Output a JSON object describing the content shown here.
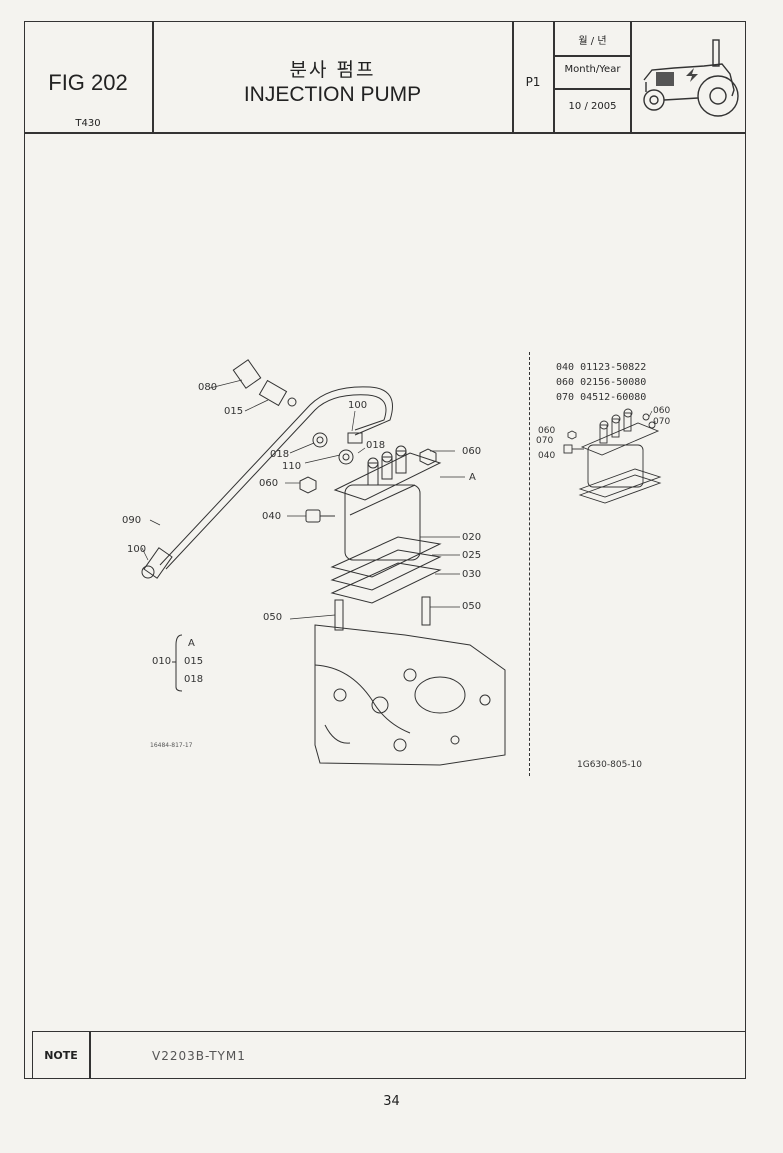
{
  "header": {
    "fig_label": "FIG 202",
    "model": "T430",
    "title_korean": "분사 펌프",
    "title_english": "INJECTION PUMP",
    "page_code": "P1",
    "date_header_korean": "월 / 년",
    "date_header_english": "Month/Year",
    "date_value": "10 / 2005",
    "tractor_icon": "tractor-icon"
  },
  "diagram": {
    "callouts": {
      "c080": "080",
      "c015": "015",
      "c100a": "100",
      "c018a": "018",
      "c018b": "018",
      "c110": "110",
      "c060a": "060",
      "c060b": "060",
      "cA": "A",
      "c040": "040",
      "c090": "090",
      "c100b": "100",
      "c020": "020",
      "c025": "025",
      "c030": "030",
      "c050a": "050",
      "c050b": "050"
    },
    "group": {
      "parent": "010",
      "items": [
        "A",
        "015",
        "018"
      ]
    },
    "left_drawing_code": "16484-817-17",
    "inset": {
      "parts": [
        "040 01123-50822",
        "060 02156-50080",
        "070 04512-60080"
      ],
      "callout_060_right": "060",
      "callout_070_right": "070",
      "callout_060_left": "060",
      "callout_070_left": "070",
      "callout_040_left": "040",
      "drawing_code": "1G630-805-10"
    }
  },
  "footer": {
    "note_label": "NOTE",
    "note_value": "V2203B-TYM1",
    "page_number": "34"
  }
}
